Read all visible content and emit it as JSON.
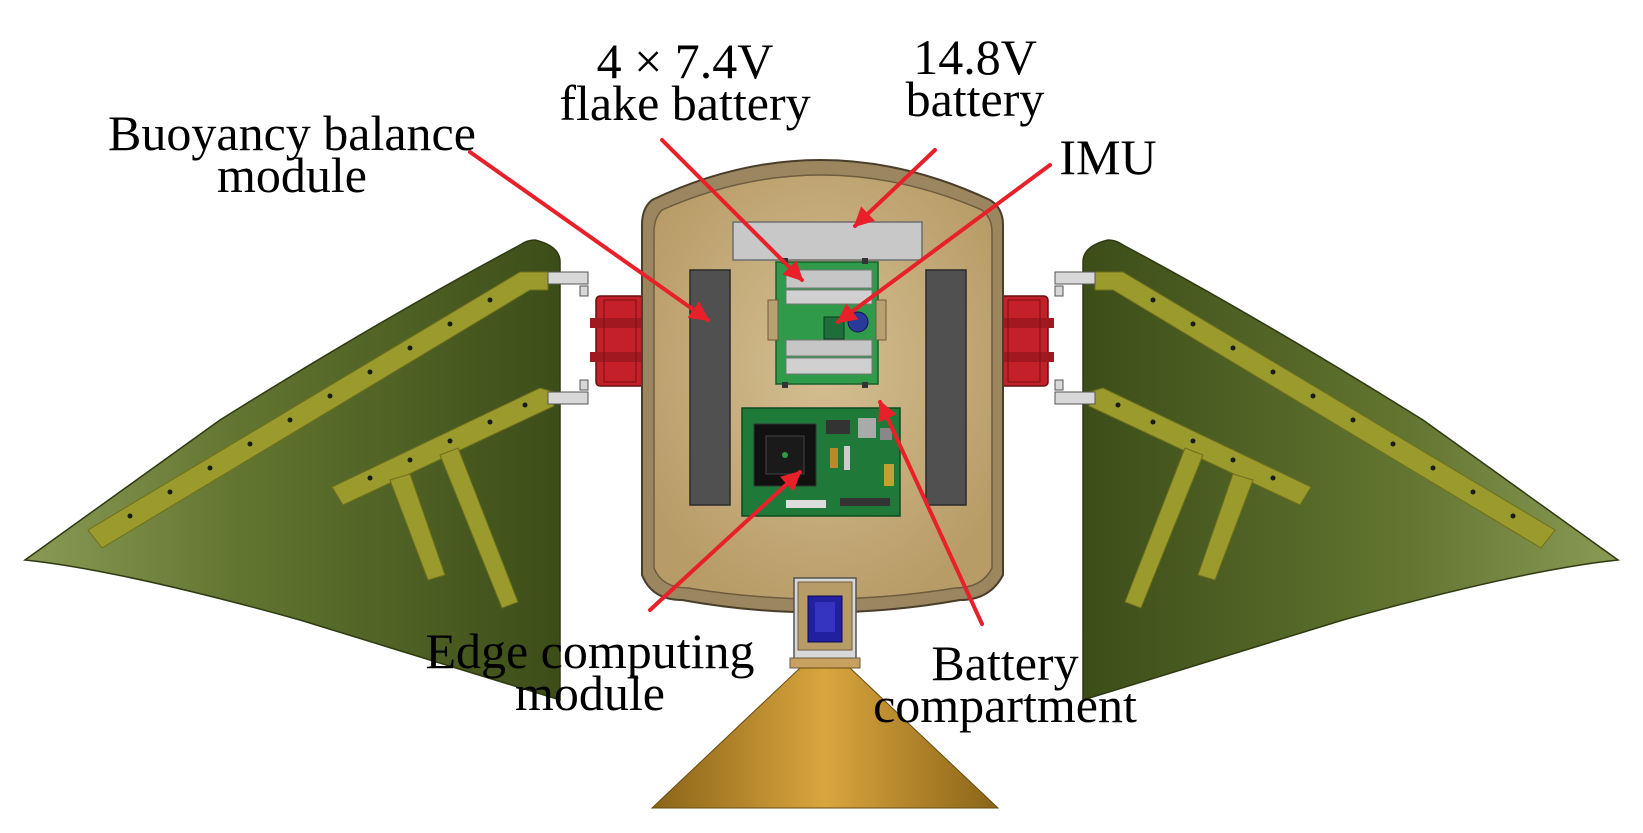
{
  "labels": {
    "flake_battery": {
      "line1": "4 × 7.4V",
      "line2": "flake battery"
    },
    "battery_14v": {
      "line1": "14.8V",
      "line2": "battery"
    },
    "buoyancy": {
      "line1": "Buoyancy balance",
      "line2": "module"
    },
    "imu": {
      "line1": "IMU"
    },
    "edge_computing": {
      "line1": "Edge computing",
      "line2": "module"
    },
    "battery_compartment": {
      "line1": "Battery",
      "line2": "compartment"
    }
  },
  "colors": {
    "annotation_arrow": "#e8202a",
    "fin": "#5b6e2a",
    "fin_strip": "#9a9a2a",
    "hull_interior": "#c7ae7e",
    "hull_rim": "#8a7658",
    "buoyancy_block": "#505050",
    "battery_box": "#c8c8c8",
    "pcb": "#2e9a4a",
    "actuator": "#c4202a",
    "thruster": "#2020a0",
    "nozzle": "#b8862a"
  }
}
